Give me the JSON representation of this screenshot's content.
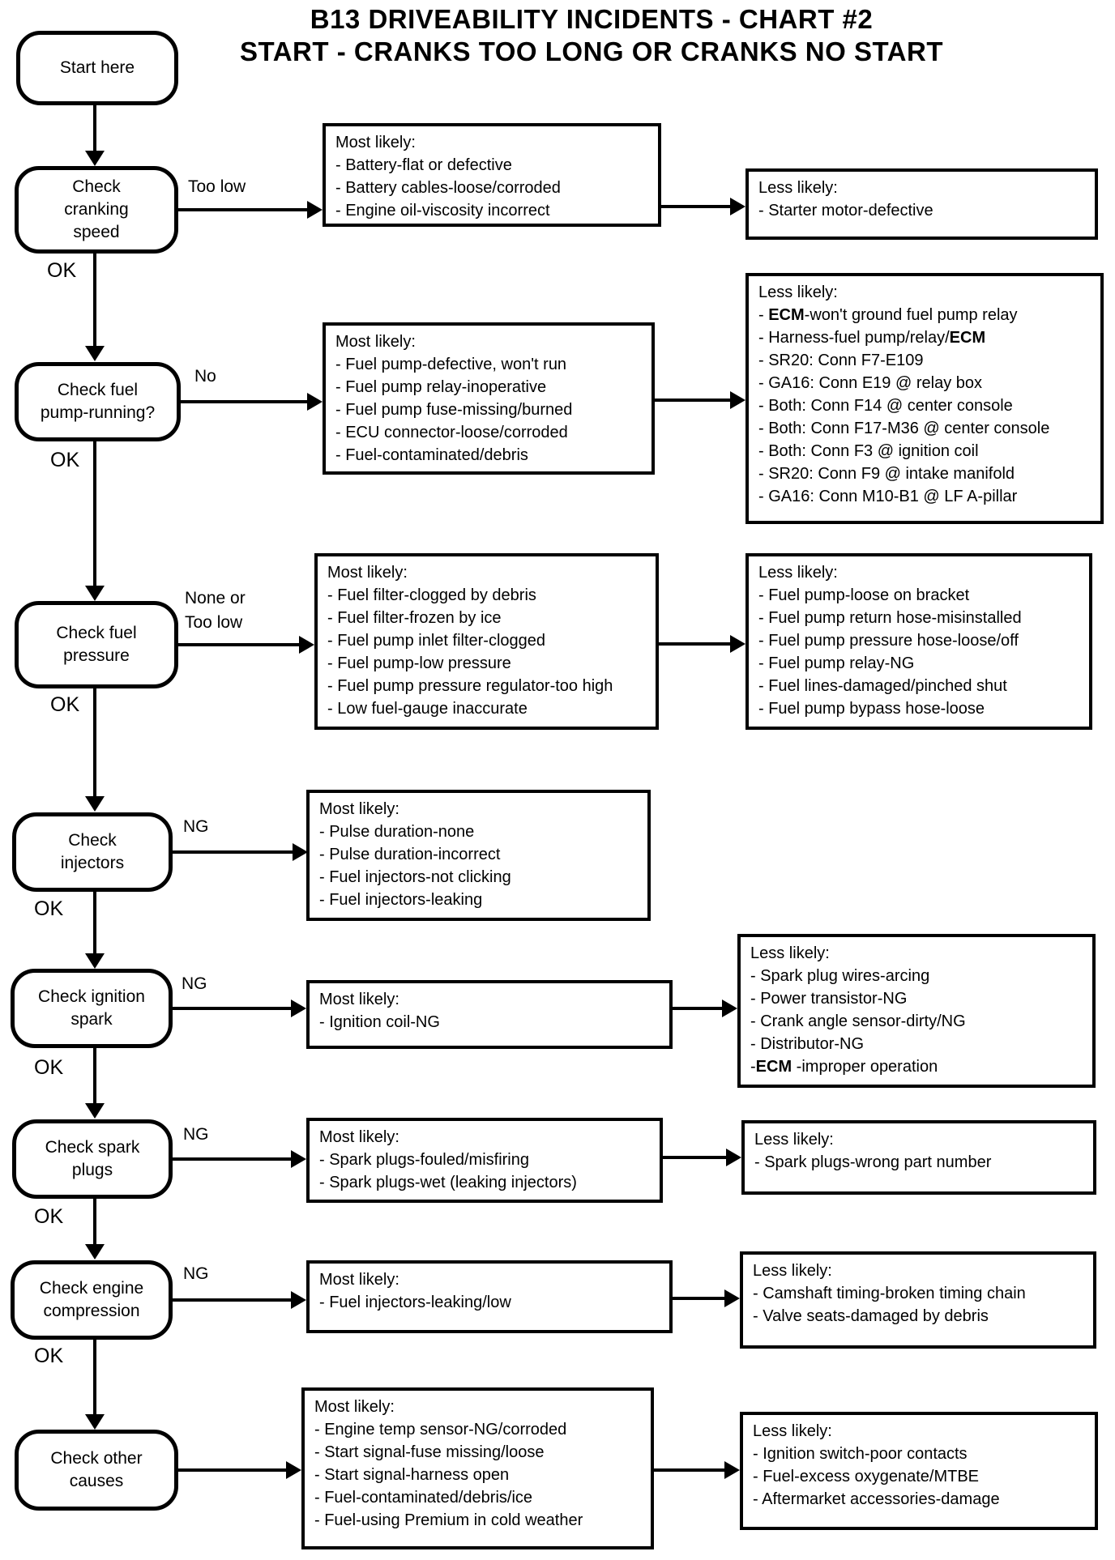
{
  "colors": {
    "ink": "#000000",
    "background": "#ffffff"
  },
  "title": {
    "line1": "B13 DRIVEABILITY INCIDENTS - CHART #2",
    "line2": "START - CRANKS TOO LONG OR CRANKS NO START"
  },
  "start_label": "Start here",
  "ok_label": "OK",
  "rows": [
    {
      "check_label": "Check\ncranking\nspeed",
      "branch_label": "Too low",
      "most_likely": {
        "header": "Most likely:",
        "items": [
          "- Battery-flat or defective",
          "- Battery cables-loose/corroded",
          "- Engine oil-viscosity incorrect"
        ]
      },
      "less_likely": {
        "header": "Less likely:",
        "items": [
          "- Starter motor-defective"
        ]
      }
    },
    {
      "check_label": "Check fuel\npump-running?",
      "branch_label": "No",
      "most_likely": {
        "header": "Most likely:",
        "items": [
          "- Fuel pump-defective, won't run",
          "- Fuel pump relay-inoperative",
          "- Fuel pump fuse-missing/burned",
          "- ECU connector-loose/corroded",
          "- Fuel-contaminated/debris"
        ]
      },
      "less_likely": {
        "header": "Less likely:",
        "items": [
          "- ECM-won't ground fuel pump relay",
          "- Harness-fuel pump/relay/ECM",
          "- SR20: Conn F7-E109",
          "- GA16: Conn E19 @ relay box",
          "- Both: Conn F14 @ center console",
          "- Both: Conn F17-M36 @ center console",
          "- Both: Conn F3 @ ignition coil",
          "- SR20: Conn F9 @ intake manifold",
          "- GA16: Conn M10-B1 @ LF A-pillar"
        ]
      }
    },
    {
      "check_label": "Check fuel\npressure",
      "branch_label": "None or\nToo low",
      "most_likely": {
        "header": "Most likely:",
        "items": [
          "- Fuel filter-clogged by debris",
          "- Fuel filter-frozen by ice",
          "- Fuel pump inlet filter-clogged",
          "- Fuel pump-low pressure",
          "- Fuel pump pressure regulator-too high",
          "- Low fuel-gauge inaccurate"
        ]
      },
      "less_likely": {
        "header": "Less likely:",
        "items": [
          "- Fuel pump-loose on bracket",
          "- Fuel pump return hose-misinstalled",
          "- Fuel pump pressure hose-loose/off",
          "- Fuel pump relay-NG",
          "- Fuel lines-damaged/pinched shut",
          "- Fuel pump bypass hose-loose"
        ]
      }
    },
    {
      "check_label": "Check\ninjectors",
      "branch_label": "NG",
      "most_likely": {
        "header": "Most likely:",
        "items": [
          "- Pulse duration-none",
          "- Pulse duration-incorrect",
          "- Fuel injectors-not clicking",
          "- Fuel injectors-leaking"
        ]
      }
    },
    {
      "check_label": "Check ignition\nspark",
      "branch_label": "NG",
      "most_likely": {
        "header": "Most likely:",
        "items": [
          "- Ignition coil-NG"
        ]
      },
      "less_likely": {
        "header": "Less likely:",
        "items": [
          "- Spark plug wires-arcing",
          "- Power transistor-NG",
          "- Crank angle sensor-dirty/NG",
          "- Distributor-NG",
          "-ECM -improper operation"
        ]
      }
    },
    {
      "check_label": "Check spark\nplugs",
      "branch_label": "NG",
      "most_likely": {
        "header": "Most likely:",
        "items": [
          "- Spark plugs-fouled/misfiring",
          "- Spark plugs-wet (leaking injectors)"
        ]
      },
      "less_likely": {
        "header": "Less likely:",
        "items": [
          "- Spark plugs-wrong part number"
        ]
      }
    },
    {
      "check_label": "Check engine\ncompression",
      "branch_label": "NG",
      "most_likely": {
        "header": "Most likely:",
        "items": [
          "- Fuel injectors-leaking/low"
        ]
      },
      "less_likely": {
        "header": "Less likely:",
        "items": [
          "- Camshaft timing-broken timing chain",
          "- Valve seats-damaged by debris"
        ]
      }
    },
    {
      "check_label": "Check other\ncauses",
      "most_likely": {
        "header": "Most likely:",
        "items": [
          "- Engine temp sensor-NG/corroded",
          "- Start signal-fuse missing/loose",
          "- Start signal-harness open",
          "- Fuel-contaminated/debris/ice",
          "- Fuel-using Premium in cold weather"
        ]
      },
      "less_likely": {
        "header": "Less likely:",
        "items": [
          "- Ignition switch-poor contacts",
          "- Fuel-excess oxygenate/MTBE",
          "- Aftermarket accessories-damage"
        ]
      }
    }
  ]
}
